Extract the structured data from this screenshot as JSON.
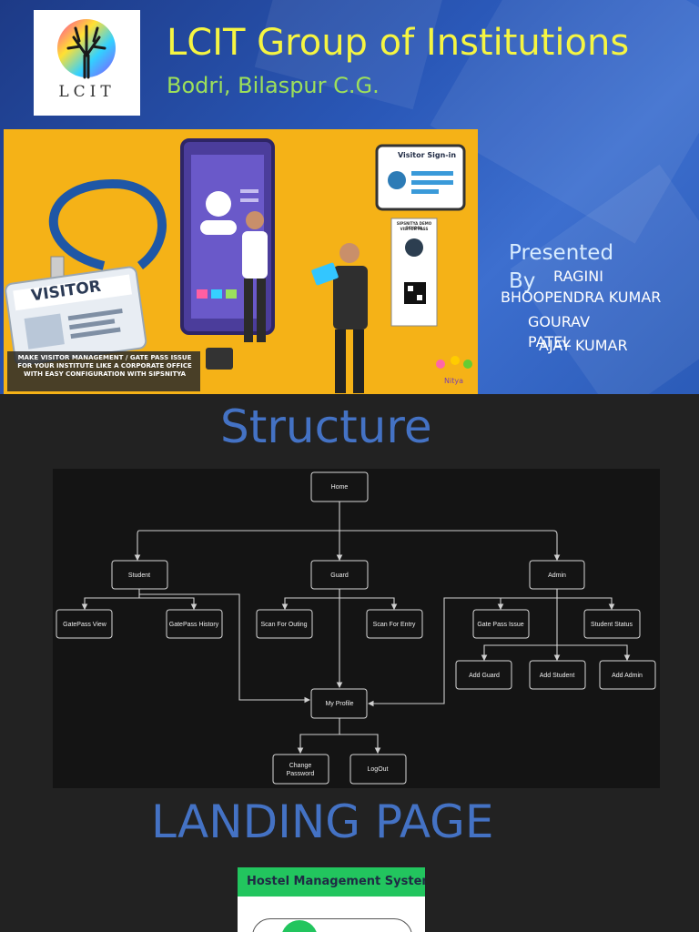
{
  "header": {
    "logo_text": "LCIT",
    "title": "LCIT Group of Institutions",
    "subtitle": "Bodri, Bilaspur C.G."
  },
  "hero": {
    "visitor_badge": "VISITOR",
    "banner_text": "MAKE VISITOR MANAGEMENT / GATE PASS ISSUE FOR YOUR INSTITUTE LIKE A CORPORATE OFFICE WITH EASY CONFIGURATION WITH SIPSNITYA",
    "tablet_title": "Visitor Sign-in",
    "pass_school": "SIPSNITYA DEMO SCHOOL",
    "pass_title": "VISITOR PASS",
    "brand_small": "Nitya"
  },
  "presenters": {
    "presented": "Presented",
    "by": "By",
    "names": [
      "RAGINI",
      "BHOOPENDRA KUMAR",
      "GOURAV",
      "PATEL",
      "AJAY KUMAR"
    ]
  },
  "structure": {
    "title": "Structure",
    "nodes": {
      "home": "Home",
      "student": "Student",
      "guard": "Guard",
      "admin": "Admin",
      "gatepass_view": "GatePass View",
      "gatepass_history": "GatePass History",
      "scan_outing": "Scan For Outing",
      "scan_entry": "Scan For Entry",
      "gate_pass_issue": "Gate Pass Issue",
      "student_status": "Student Status",
      "add_guard": "Add Guard",
      "add_student": "Add Student",
      "add_admin": "Add Admin",
      "my_profile": "My Profile",
      "change_password_1": "Change",
      "change_password_2": "Password",
      "logout": "LogOut"
    }
  },
  "landing": {
    "title": "LANDING PAGE",
    "app_title": "Hostel Management System"
  },
  "colors": {
    "title_yellow": "#f5f542",
    "subtitle_green": "#9de05a",
    "section_blue": "#4472c4",
    "hero_orange": "#f5b217",
    "landing_green": "#22c55e"
  }
}
